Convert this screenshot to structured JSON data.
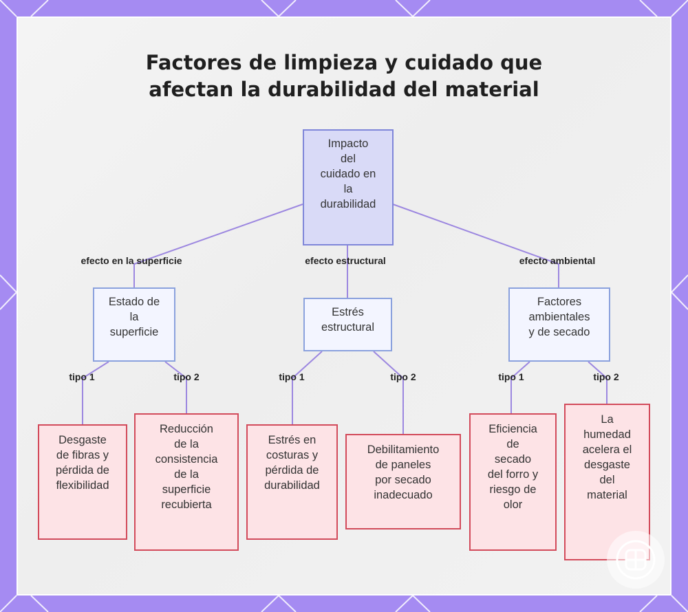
{
  "title": {
    "line1": "Factores de limpieza y cuidado que",
    "line2": "afectan la durabilidad del material"
  },
  "nodes": {
    "root": {
      "lines": [
        "Impacto",
        "del",
        "cuidado en",
        "la",
        "durabilidad"
      ]
    },
    "surface": {
      "lines": [
        "Estado de",
        "la",
        "superficie"
      ]
    },
    "structural": {
      "lines": [
        "Estrés",
        "estructural"
      ]
    },
    "environmental": {
      "lines": [
        "Factores",
        "ambientales",
        "y de secado"
      ]
    },
    "fiber_wear": {
      "lines": [
        "Desgaste",
        "de fibras y",
        "pérdida de",
        "flexibilidad"
      ]
    },
    "coating_reduction": {
      "lines": [
        "Reducción",
        "de la",
        "consistencia",
        "de la",
        "superficie",
        "recubierta"
      ]
    },
    "seam_stress": {
      "lines": [
        "Estrés en",
        "costuras y",
        "pérdida de",
        "durabilidad"
      ]
    },
    "panel_weakening": {
      "lines": [
        "Debilitamiento",
        "de paneles",
        "por secado",
        "inadecuado"
      ]
    },
    "drying_efficiency": {
      "lines": [
        "Eficiencia",
        "de",
        "secado",
        "del forro y",
        "riesgo de",
        "olor"
      ]
    },
    "humidity": {
      "lines": [
        "La",
        "humedad",
        "acelera el",
        "desgaste",
        "del",
        "material"
      ]
    }
  },
  "edge_labels": {
    "surface_effect": "efecto en la superficie",
    "structural_effect": "efecto estructural",
    "environmental_effect": "efecto ambiental",
    "surface_type1": "tipo 1",
    "surface_type2": "tipo 2",
    "structural_type1": "tipo 1",
    "structural_type2": "tipo 2",
    "environmental_type1": "tipo 1",
    "environmental_type2": "tipo 2"
  },
  "colors": {
    "frame": "#a58bf2",
    "edge": "#9c87e0",
    "root_fill": "#d9daf7",
    "root_border": "#7f86d9",
    "mid_fill": "#f3f5ff",
    "mid_border": "#8aa1dd",
    "leaf_fill": "#fde3e6",
    "leaf_border": "#d24a5a"
  },
  "icons": {
    "badge": "grid-app-icon"
  }
}
